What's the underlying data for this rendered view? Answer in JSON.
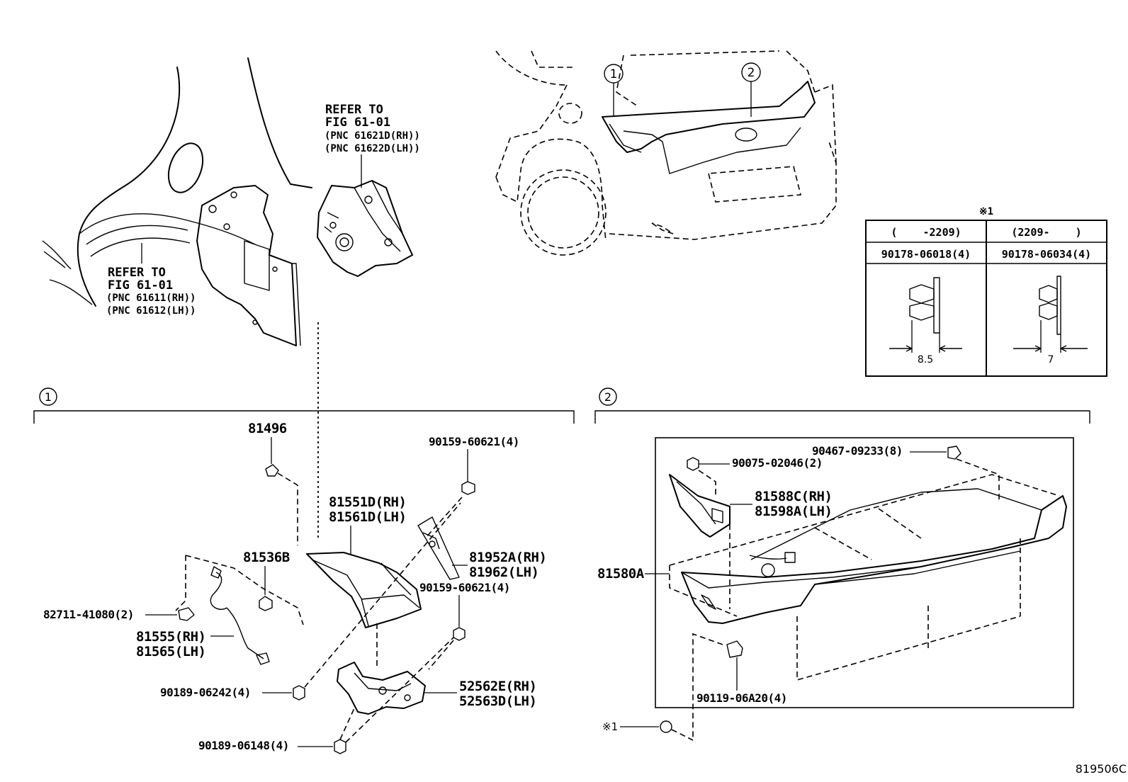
{
  "callouts": {
    "one": "1",
    "two": "2"
  },
  "ref_upper_left": {
    "line1": "REFER TO",
    "line2": "FIG 61-01",
    "line3": "(PNC 61611(RH))",
    "line4": "(PNC 61612(LH))"
  },
  "ref_upper_mid": {
    "line1": "REFER TO",
    "line2": "FIG 61-01",
    "line3": "(PNC 61621D(RH))",
    "line4": "(PNC 61622D(LH))"
  },
  "note_table": {
    "mark": "※1",
    "col1_header": "(    -2209)",
    "col2_header": "(2209-    )",
    "col1_part": "90178-06018(4)",
    "col2_part": "90178-06034(4)",
    "col1_dim": "8.5",
    "col2_dim": "7"
  },
  "group1": {
    "p81496": "81496",
    "p90159a": "90159-60621(4)",
    "p81551": "81551D(RH)",
    "p81561": "81561D(LH)",
    "p81536": "81536B",
    "p81952": "81952A(RH)",
    "p81962": "81962(LH)",
    "p90159b": "90159-60621(4)",
    "p82711": "82711-41080(2)",
    "p81555": "81555(RH)",
    "p81565": "81565(LH)",
    "p90189a": "90189-06242(4)",
    "p52562": "52562E(RH)",
    "p52563": "52563D(LH)",
    "p90189b": "90189-06148(4)"
  },
  "group2": {
    "p90467": "90467-09233(8)",
    "p90075": "90075-02046(2)",
    "p81588": "81588C(RH)",
    "p81598": "81598A(LH)",
    "p81580": "81580A",
    "p90119": "90119-06A20(4)",
    "note": "※1"
  },
  "figure_id": "819506C"
}
